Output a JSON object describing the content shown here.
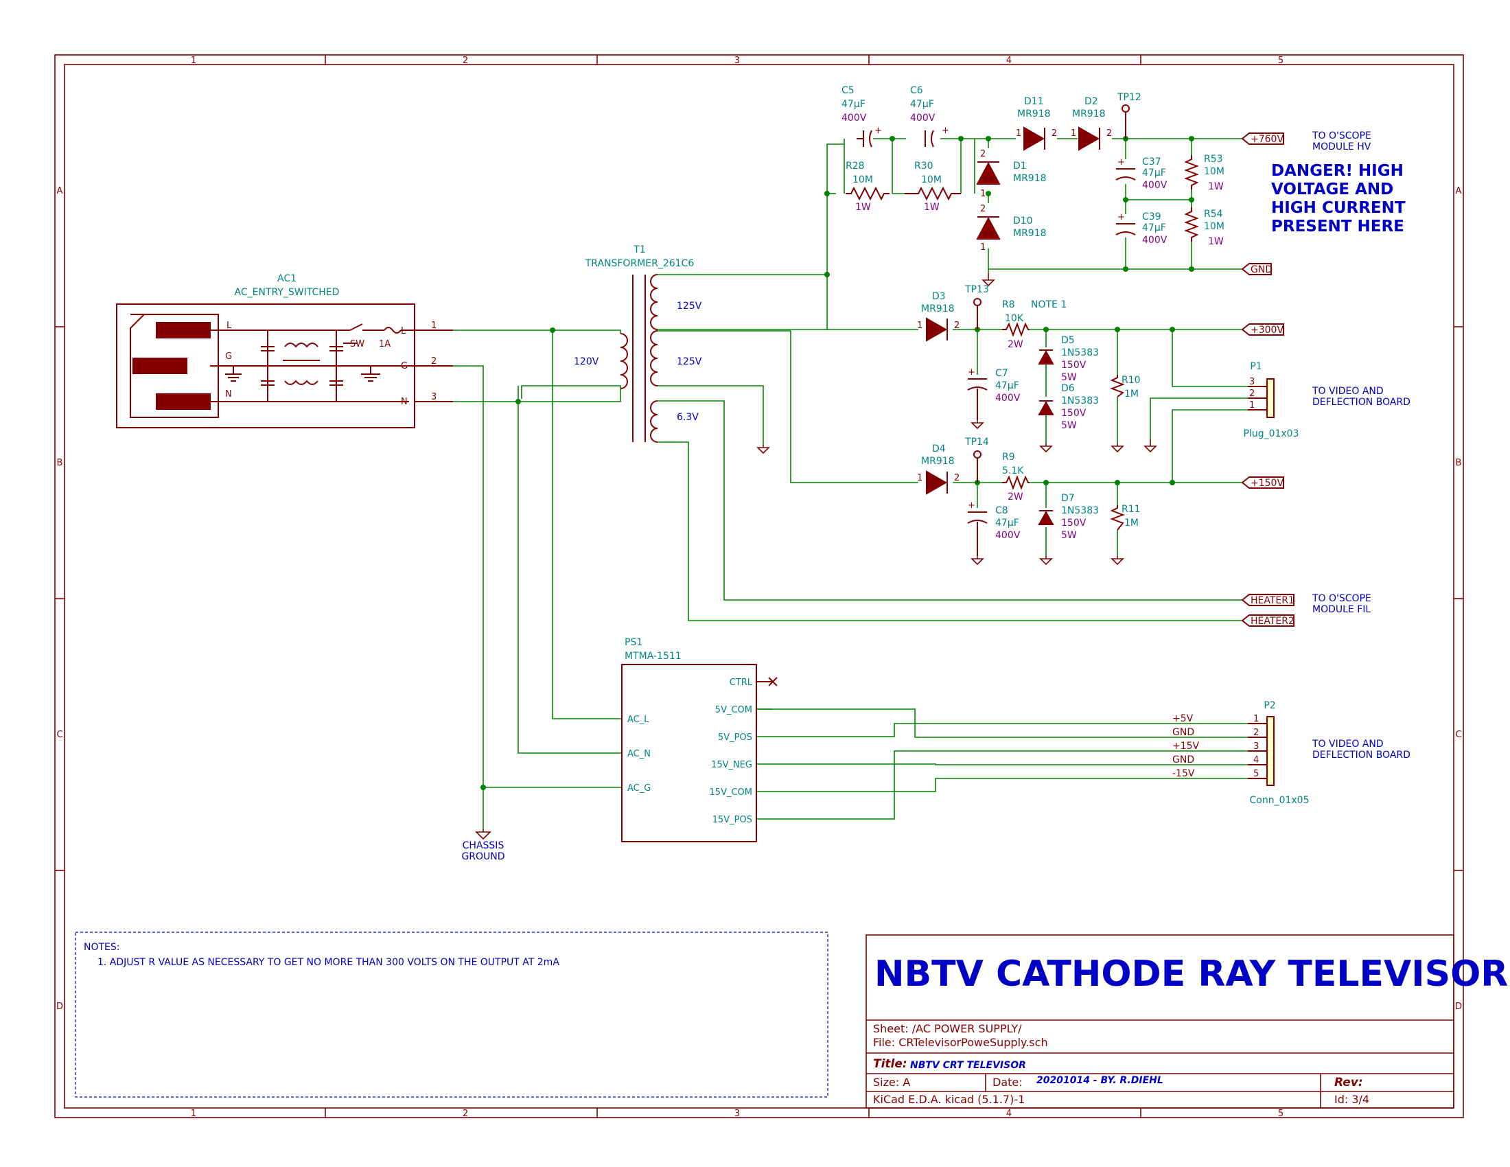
{
  "sheet_grid": {
    "columns": [
      "1",
      "2",
      "3",
      "4",
      "5"
    ],
    "rows": [
      "A",
      "B",
      "C",
      "D"
    ]
  },
  "ac_entry": {
    "ref": "AC1",
    "value": "AC_ENTRY_SWITCHED",
    "pins": [
      "L",
      "G",
      "N"
    ],
    "pin_numbers": [
      "1",
      "2",
      "3"
    ],
    "switch_label": "SW",
    "fuse_label": "1A"
  },
  "transformer": {
    "ref": "T1",
    "value": "TRANSFORMER_261C6",
    "primary": "120V",
    "secondaries": [
      "125V",
      "125V",
      "6.3V"
    ]
  },
  "capacitors": [
    {
      "ref": "C5",
      "value": "47µF",
      "rating": "400V"
    },
    {
      "ref": "C6",
      "value": "47µF",
      "rating": "400V"
    },
    {
      "ref": "C37",
      "value": "47µF",
      "rating": "400V"
    },
    {
      "ref": "C39",
      "value": "47µF",
      "rating": "400V"
    },
    {
      "ref": "C7",
      "value": "47µF",
      "rating": "400V"
    },
    {
      "ref": "C8",
      "value": "47µF",
      "rating": "400V"
    }
  ],
  "resistors": [
    {
      "ref": "R28",
      "value": "10M",
      "rating": "1W"
    },
    {
      "ref": "R30",
      "value": "10M",
      "rating": "1W"
    },
    {
      "ref": "R53",
      "value": "10M",
      "rating": "1W"
    },
    {
      "ref": "R54",
      "value": "10M",
      "rating": "1W"
    },
    {
      "ref": "R8",
      "value": "10K",
      "rating": "2W"
    },
    {
      "ref": "R9",
      "value": "5.1K",
      "rating": "2W"
    },
    {
      "ref": "R10",
      "value": "1M"
    },
    {
      "ref": "R11",
      "value": "1M"
    }
  ],
  "diodes": [
    {
      "ref": "D11",
      "value": "MR918"
    },
    {
      "ref": "D2",
      "value": "MR918"
    },
    {
      "ref": "D1",
      "value": "MR918"
    },
    {
      "ref": "D10",
      "value": "MR918"
    },
    {
      "ref": "D3",
      "value": "MR918"
    },
    {
      "ref": "D4",
      "value": "MR918"
    },
    {
      "ref": "D5",
      "value": "1N5383",
      "rating1": "150V",
      "rating2": "5W"
    },
    {
      "ref": "D6",
      "value": "1N5383",
      "rating1": "150V",
      "rating2": "5W"
    },
    {
      "ref": "D7",
      "value": "1N5383",
      "rating1": "150V",
      "rating2": "5W"
    }
  ],
  "test_points": [
    "TP12",
    "TP13",
    "TP14"
  ],
  "note_ref": "NOTE 1",
  "labels": {
    "v760": "+760V",
    "gnd": "GND",
    "v300": "+300V",
    "v150": "+150V",
    "heater1": "HEATER1",
    "heater2": "HEATER2"
  },
  "annotations": {
    "oscope_hv": [
      "TO O'SCOPE",
      "MODULE HV"
    ],
    "oscope_fil": [
      "TO O'SCOPE",
      "MODULE FIL"
    ],
    "video1": [
      "TO VIDEO AND",
      "DEFLECTION BOARD"
    ],
    "video2": [
      "TO VIDEO AND",
      "DEFLECTION BOARD"
    ],
    "danger": [
      "DANGER! HIGH",
      "VOLTAGE AND",
      "HIGH CURRENT",
      "PRESENT HERE"
    ],
    "chassis": [
      "CHASSIS",
      "GROUND"
    ]
  },
  "p1": {
    "ref": "P1",
    "value": "Plug_01x03",
    "pins": [
      "3",
      "2",
      "1"
    ]
  },
  "p2": {
    "ref": "P2",
    "value": "Conn_01x05",
    "pins": [
      "1",
      "2",
      "3",
      "4",
      "5"
    ],
    "nets": [
      "+5V",
      "GND",
      "+15V",
      "GND",
      "-15V"
    ]
  },
  "ps1": {
    "ref": "PS1",
    "value": "MTMA-1511",
    "left_pins": [
      "AC_L",
      "AC_N",
      "AC_G"
    ],
    "right_pins": [
      "CTRL",
      "5V_COM",
      "5V_POS",
      "15V_NEG",
      "15V_COM",
      "15V_POS"
    ]
  },
  "notes": {
    "heading": "NOTES:",
    "items": [
      "1. ADJUST R VALUE AS NECESSARY TO  GET  NO MORE THAN 300 VOLTS ON THE OUTPUT AT 2mA"
    ]
  },
  "title_block": {
    "big_title": "NBTV CATHODE RAY TELEVISOR",
    "sheet": "Sheet: /AC POWER SUPPLY/",
    "file": "File: CRTelevisorPoweSupply.sch",
    "title_label": "Title:",
    "title": "NBTV CRT TELEVISOR",
    "size": "Size: A",
    "date_label": "Date:",
    "date": "20201014 - BY. R.DIEHL",
    "rev_label": "Rev:",
    "tool": "KiCad E.D.A.  kicad (5.1.7)-1",
    "id": "Id: 3/4"
  },
  "colors": {
    "component": "#840000",
    "wire": "#008400",
    "text_blue": "#0000c4",
    "ref_text": "#008484",
    "value_text": "#840084"
  }
}
